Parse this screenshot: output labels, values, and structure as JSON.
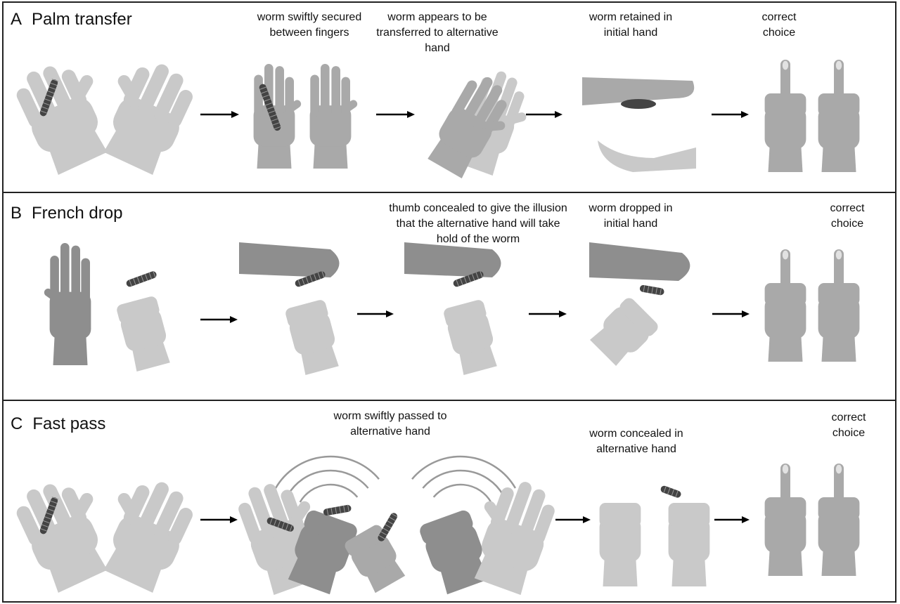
{
  "panels": [
    {
      "letter": "A",
      "title": "Palm transfer",
      "steps": [
        "worm swiftly secured\nbetween fingers",
        "worm appears to be\ntransferred to alternative\nhand",
        "worm retained in\ninitial hand",
        "correct\nchoice"
      ]
    },
    {
      "letter": "B",
      "title": "French drop",
      "steps": [
        "thumb concealed to give the illusion\nthat the alternative hand will take\nhold of the worm",
        "worm dropped in\ninitial hand",
        "correct\nchoice"
      ]
    },
    {
      "letter": "C",
      "title": "Fast pass",
      "steps": [
        "worm swiftly passed to\nalternative hand",
        "worm concealed in\nalternative hand",
        "correct\nchoice"
      ]
    }
  ],
  "colors": {
    "light_hand": "#c9c9c9",
    "mid_hand": "#a9a9a9",
    "dark_hand": "#8e8e8e",
    "worm": "#444444",
    "border": "#222222"
  }
}
